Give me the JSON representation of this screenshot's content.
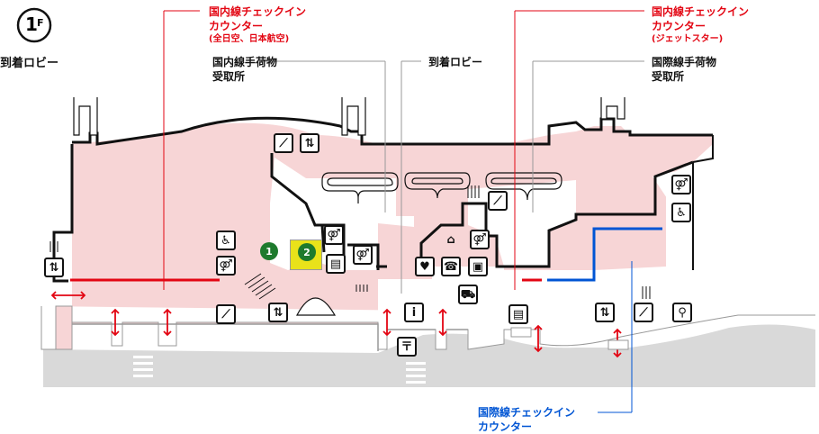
{
  "floor": {
    "number": "1",
    "suffix": "F",
    "title": "到着ロビー"
  },
  "callouts": {
    "domestic_counter_ana": {
      "line1": "国内線チェックイン",
      "line2": "カウンター",
      "line3": "(全日空、日本航空)"
    },
    "domestic_counter_jetstar": {
      "line1": "国内線チェックイン",
      "line2": "カウンター",
      "line3": "(ジェットスター)"
    },
    "domestic_baggage": {
      "line1": "国内線手荷物",
      "line2": "受取所"
    },
    "arrival_lobby": {
      "line1": "到着ロビー"
    },
    "international_baggage": {
      "line1": "国際線手荷物",
      "line2": "受取所"
    },
    "international_counter": {
      "line1": "国際線チェックイン",
      "line2": "カウンター"
    }
  },
  "gates": [
    "1",
    "2"
  ],
  "icons": {
    "elevator": "elevator-icon",
    "escalator": "escalator-icon",
    "restroom": "restroom-icon",
    "accessible": "wheelchair-icon",
    "info": "information-icon",
    "phone": "telephone-icon",
    "aed": "aed-icon",
    "atm": "atm-icon",
    "cloakroom": "hanger-icon",
    "bus": "bus-stop-icon",
    "post": "post-icon",
    "bicycle": "bicycle-icon",
    "ticket": "ticket-machine-icon"
  },
  "colors": {
    "terminal_fill": "#f7d5d6",
    "apron": "#d9d9d9",
    "domestic_red": "#e30613",
    "international_blue": "#0055d4",
    "gate_green": "#1e7a2d",
    "gate_yellow": "#e9e21a"
  }
}
